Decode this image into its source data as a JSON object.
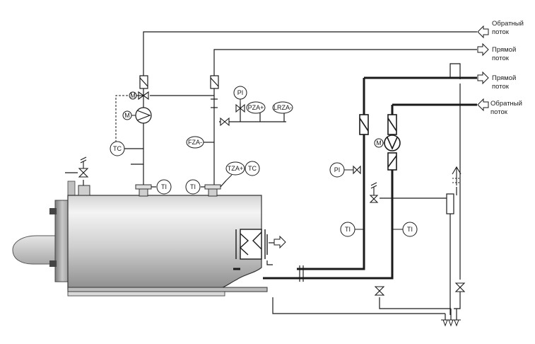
{
  "connections": {
    "return_top_line1": "Обратный",
    "return_top_line2": "поток",
    "supply_top_line1": "Прямой",
    "supply_top_line2": "поток",
    "supply_right_line1": "Прямой",
    "supply_right_line2": "поток",
    "return_right_line1": "Обратный",
    "return_right_line2": "поток"
  },
  "instruments": {
    "pi_top": "PI",
    "pza": "PZA+",
    "lrza": "LRZA-",
    "fza": "FZA-",
    "tc_left": "TC",
    "tza": "TZA+",
    "tc_right": "TC",
    "ti_boiler_left": "TI",
    "ti_boiler_right": "TI",
    "pi_circuit": "PI",
    "ti_supply": "TI",
    "ti_return": "TI",
    "motor_valve": "M",
    "motor_pump_left": "M",
    "motor_pump_right": "M"
  },
  "colors": {
    "line": "#1a1a1a",
    "instrument_fill": "#ffffff",
    "boiler_light": "#f2f2f2",
    "boiler_dark": "#8a8a8a"
  }
}
